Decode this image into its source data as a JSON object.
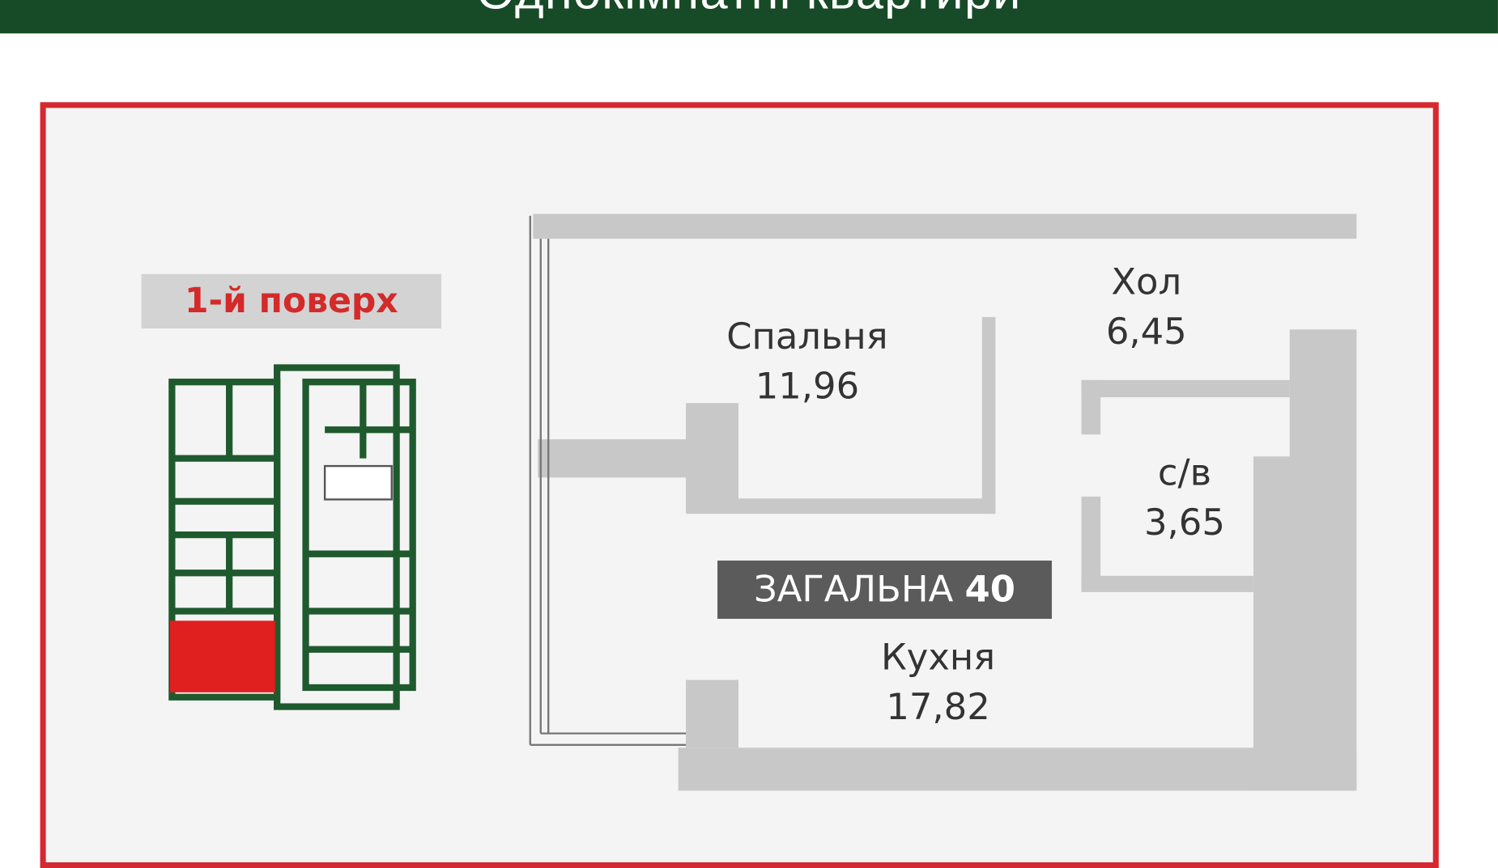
{
  "header": {
    "title": "Однокімнатні квартири"
  },
  "floor": {
    "label": "1-й поверх"
  },
  "rooms": [
    {
      "name": "Спальня",
      "area": "11,96"
    },
    {
      "name": "Хол",
      "area": "6,45"
    },
    {
      "name": "с/в",
      "area": "3,65"
    },
    {
      "name": "Кухня",
      "area": "17,82"
    }
  ],
  "total": {
    "label": "ЗАГАЛЬНА",
    "value": "40"
  },
  "colors": {
    "banner": "#174a26",
    "frame": "#d62830",
    "highlight": "#e01f1f",
    "walls": "#c8c8c8",
    "mini_plan": "#1f5a2e"
  }
}
